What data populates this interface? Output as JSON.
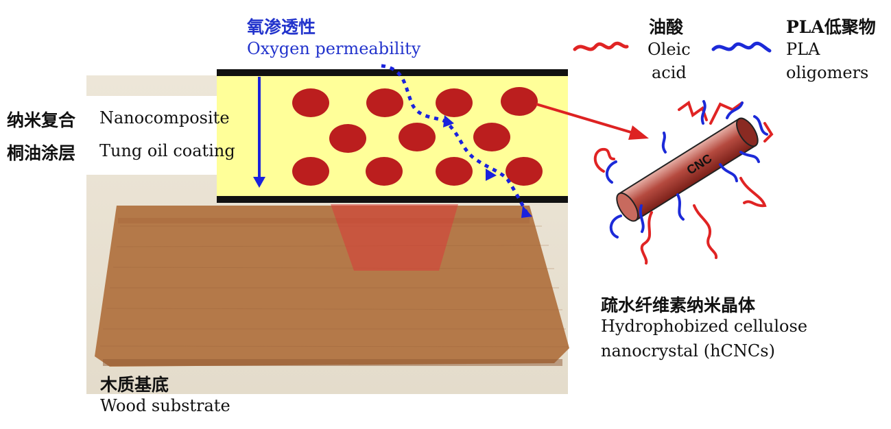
{
  "labels": {
    "oxygen_cn": "氧渗透性",
    "oxygen_en": "Oxygen permeability",
    "nano_cn": "纳米复合",
    "nano_en": "Nanocomposite",
    "tung_cn": "桐油涂层",
    "tung_en": "Tung oil coating",
    "wood_cn": "木质基底",
    "wood_en": "Wood substrate",
    "oleic_cn": "油酸",
    "oleic_en1": "Oleic",
    "oleic_en2": "acid",
    "pla_cn": "PLA低聚物",
    "pla_en1": "PLA",
    "pla_en2": "oligomers",
    "hcnc_cn": "疏水纤维素纳米晶体",
    "hcnc_en1": "Hydrophobized cellulose",
    "hcnc_en2": "nanocrystal (hCNCs)",
    "cnc": "CNC"
  },
  "colors": {
    "coating_fill": "#ffff99",
    "particle": "#bb1e1e",
    "arrow_blue": "#1a22dd",
    "arrow_red": "#dd2222",
    "wood": "#b87a4b",
    "oleic": "#e02424",
    "pla": "#1c2ad8"
  }
}
